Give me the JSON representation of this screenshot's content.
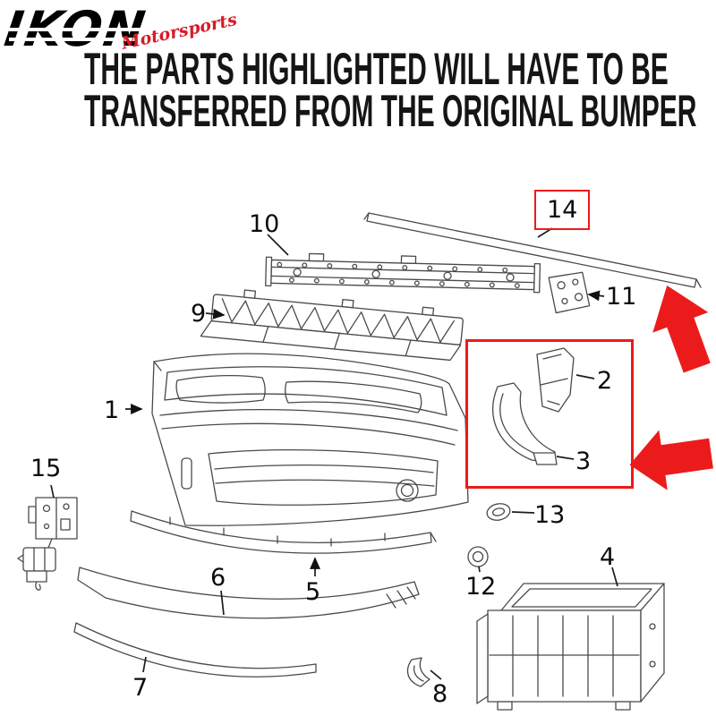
{
  "logo": {
    "brand": "IKON",
    "script": "Motorsports"
  },
  "header": {
    "line1": "THE PARTS HIGHLIGHTED WILL HAVE TO BE",
    "line2": "TRANSFERRED FROM THE ORIGINAL BUMPER"
  },
  "colors": {
    "highlight_red": "#EC1B1B",
    "logo_red": "#D91A28",
    "diagram_line_gray": "#4a4a4a",
    "text_black": "#151515"
  },
  "diagram": {
    "parts": [
      {
        "label": "1"
      },
      {
        "label": "2"
      },
      {
        "label": "3"
      },
      {
        "label": "4"
      },
      {
        "label": "5"
      },
      {
        "label": "6"
      },
      {
        "label": "7"
      },
      {
        "label": "8"
      },
      {
        "label": "9"
      },
      {
        "label": "10"
      },
      {
        "label": "11"
      },
      {
        "label": "12"
      },
      {
        "label": "13"
      },
      {
        "label": "14"
      },
      {
        "label": "15"
      }
    ],
    "highlighted_parts": [
      "2",
      "3",
      "14"
    ]
  }
}
